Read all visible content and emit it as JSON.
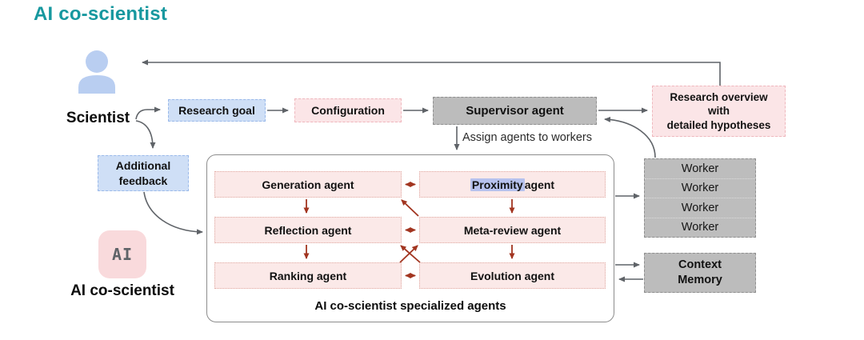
{
  "title": "AI co-scientist",
  "colors": {
    "title_teal": "#17989f",
    "blue_fill": "#cfdff6",
    "pink_fill": "#fbe5e7",
    "gray_fill": "#bcbcbc",
    "agent_fill": "#fbe9e8",
    "red_arrow": "#a23520",
    "gray_arrow": "#5f6368",
    "highlight_blue": "#b7c2ee",
    "person_icon_blue": "#b9cef1",
    "ai_chip_pink": "#f9dadc"
  },
  "scientist": {
    "label": "Scientist"
  },
  "ai": {
    "chip_text": "AI",
    "label": "AI co-scientist"
  },
  "flow": {
    "research_goal": "Research goal",
    "configuration": "Configuration",
    "supervisor": "Supervisor agent",
    "assign_label": "Assign agents to workers",
    "research_overview_lines": [
      "Research overview",
      "with",
      "detailed hypotheses"
    ],
    "additional_feedback_lines": [
      "Additional",
      "feedback"
    ]
  },
  "container": {
    "caption": "AI co-scientist specialized agents",
    "agents": {
      "generation": "Generation agent",
      "proximity_highlighted": "Proximity",
      "proximity_rest": " agent",
      "reflection": "Reflection agent",
      "meta_review": "Meta-review agent",
      "ranking": "Ranking agent",
      "evolution": "Evolution agent"
    }
  },
  "workers": {
    "items": [
      "Worker",
      "Worker",
      "Worker",
      "Worker"
    ]
  },
  "context_memory": {
    "lines": [
      "Context",
      "Memory"
    ]
  },
  "icons": {
    "person_icon": "person-icon",
    "ai_chip_icon": "ai-chip-icon"
  }
}
